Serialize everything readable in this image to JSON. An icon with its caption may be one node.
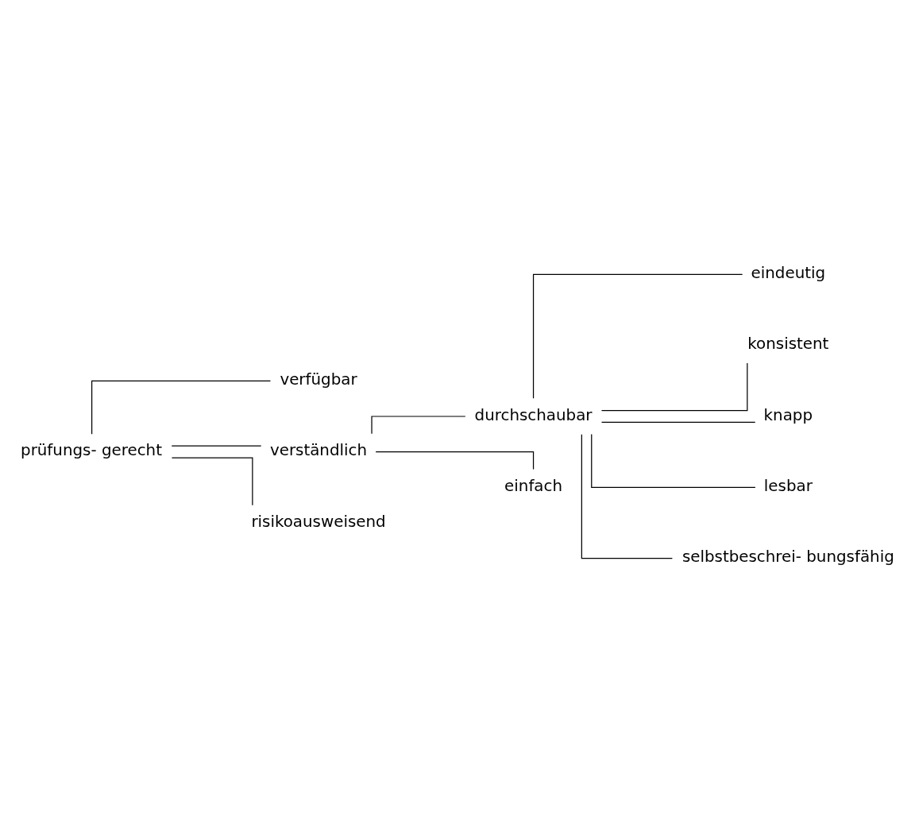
{
  "diagram": {
    "nodes": [
      {
        "text": [
          "prüfungs- gerecht"
        ]
      },
      {
        "text": [
          "verfügbar"
        ]
      },
      {
        "text": [
          "verständlich"
        ]
      },
      {
        "text": [
          "risikoausweisend"
        ]
      },
      {
        "text": [
          "durchschaubar"
        ]
      },
      {
        "text": [
          "einfach"
        ]
      },
      {
        "text": [
          "eindeutig"
        ]
      },
      {
        "text": [
          "konsistent"
        ]
      },
      {
        "text": [
          "knapp"
        ]
      },
      {
        "text": [
          "lesbar"
        ]
      },
      {
        "text": [
          "selbstbeschrei- bungsfähig"
        ]
      }
    ],
    "edges": [
      {
        "from": 0,
        "to": 1,
        "arrow": "none"
      },
      {
        "from": 0,
        "to": 2,
        "arrow": "none"
      },
      {
        "from": 0,
        "to": 3,
        "arrow": "none"
      },
      {
        "from": 2,
        "to": 4,
        "arrow": "none"
      },
      {
        "from": 2,
        "to": 5,
        "arrow": "none"
      },
      {
        "from": 4,
        "to": 6,
        "arrow": "none"
      },
      {
        "from": 4,
        "to": 7,
        "arrow": "none"
      },
      {
        "from": 4,
        "to": 8,
        "arrow": "none"
      },
      {
        "from": 4,
        "to": 9,
        "arrow": "none"
      },
      {
        "from": 4,
        "to": 10,
        "arrow": "none"
      }
    ]
  }
}
